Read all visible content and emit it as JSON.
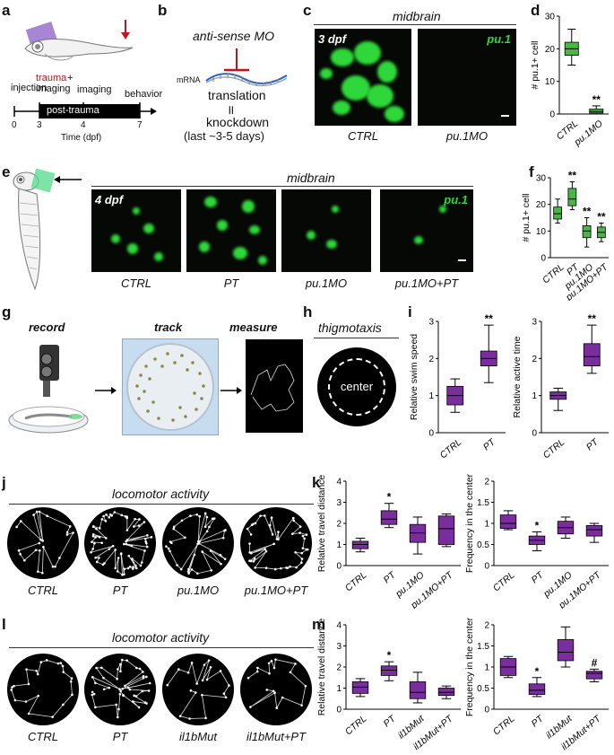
{
  "panel_labels": [
    "a",
    "b",
    "c",
    "d",
    "e",
    "f",
    "g",
    "h",
    "i",
    "j",
    "k",
    "l",
    "m"
  ],
  "panel_a": {
    "timeline_events": [
      "injection",
      "trauma",
      "+",
      "imaging",
      "imaging",
      "behavior"
    ],
    "bar_label": "post-trauma",
    "ticks": [
      "0",
      "3",
      "4",
      "7"
    ],
    "axis_label": "Time (dpf)"
  },
  "panel_b": {
    "mo_label": "anti-sense MO",
    "mrna_label": "mRNA",
    "translation": "translation",
    "equals": "॥",
    "knockdown": "knockdown",
    "duration": "(last ~3-5 days)"
  },
  "panel_c": {
    "region": "midbrain",
    "stage": "3 dpf",
    "marker": "pu.1",
    "captions": [
      "CTRL",
      "pu.1MO"
    ]
  },
  "panel_e": {
    "region": "midbrain",
    "stage": "4 dpf",
    "marker": "pu.1",
    "captions": [
      "CTRL",
      "PT",
      "pu.1MO",
      "pu.1MO+PT"
    ]
  },
  "panel_g": {
    "steps": [
      "record",
      "track",
      "measure"
    ]
  },
  "panel_h": {
    "title": "thigmotaxis",
    "center_label": "center"
  },
  "panel_j": {
    "title": "locomotor activity",
    "captions": [
      "CTRL",
      "PT",
      "pu.1MO",
      "pu.1MO+PT"
    ]
  },
  "panel_l": {
    "title": "locomotor activity",
    "captions": [
      "CTRL",
      "PT",
      "il1bMut",
      "il1bMut+PT"
    ]
  },
  "colors": {
    "green": "#4cb548",
    "purple": "#7a2e9e",
    "red": "#c0141c",
    "fluor": "#2fd83a"
  },
  "chart_data": [
    {
      "id": "d",
      "type": "box",
      "ylabel": "# pu.1+ cell",
      "ylim": [
        0,
        30
      ],
      "yticks": [
        0,
        10,
        20,
        30
      ],
      "categories": [
        "CTRL",
        "pu.1MO"
      ],
      "color": "#4cb548",
      "boxes": [
        {
          "min": 15,
          "q1": 18,
          "median": 20,
          "q3": 22,
          "max": 26,
          "sig": ""
        },
        {
          "min": 0,
          "q1": 0.3,
          "median": 0.8,
          "q3": 1.5,
          "max": 2.5,
          "sig": "**"
        }
      ]
    },
    {
      "id": "f",
      "type": "box",
      "ylabel": "# pu.1+ cell",
      "ylim": [
        0,
        30
      ],
      "yticks": [
        0,
        10,
        20,
        30
      ],
      "categories": [
        "CTRL",
        "PT",
        "pu.1MO",
        "pu.1MO+PT"
      ],
      "color": "#4cb548",
      "boxes": [
        {
          "min": 13,
          "q1": 14.5,
          "median": 16.5,
          "q3": 19,
          "max": 22,
          "sig": ""
        },
        {
          "min": 18,
          "q1": 19.5,
          "median": 22,
          "q3": 26,
          "max": 28.5,
          "sig": "**"
        },
        {
          "min": 4,
          "q1": 7.5,
          "median": 10,
          "q3": 12,
          "max": 15,
          "sig": "**"
        },
        {
          "min": 6,
          "q1": 7.5,
          "median": 9.5,
          "q3": 11.5,
          "max": 13,
          "sig": "**"
        }
      ]
    },
    {
      "id": "i1",
      "type": "box",
      "ylabel": "Relative swim speed",
      "ylim": [
        0,
        3
      ],
      "yticks": [
        0,
        1,
        2,
        3
      ],
      "categories": [
        "CTRL",
        "PT"
      ],
      "color": "#7a2e9e",
      "boxes": [
        {
          "min": 0.55,
          "q1": 0.75,
          "median": 1.0,
          "q3": 1.25,
          "max": 1.45,
          "sig": ""
        },
        {
          "min": 1.35,
          "q1": 1.8,
          "median": 2.0,
          "q3": 2.2,
          "max": 2.9,
          "sig": "**"
        }
      ]
    },
    {
      "id": "i2",
      "type": "box",
      "ylabel": "Relative active time",
      "ylim": [
        0,
        3
      ],
      "yticks": [
        0,
        1,
        2,
        3
      ],
      "categories": [
        "CTRL",
        "PT"
      ],
      "color": "#7a2e9e",
      "boxes": [
        {
          "min": 0.6,
          "q1": 0.9,
          "median": 1.0,
          "q3": 1.1,
          "max": 1.2,
          "sig": ""
        },
        {
          "min": 1.6,
          "q1": 1.8,
          "median": 2.05,
          "q3": 2.4,
          "max": 2.9,
          "sig": "**"
        }
      ]
    },
    {
      "id": "k1",
      "type": "box",
      "ylabel": "Relative travel distance",
      "ylim": [
        0,
        4
      ],
      "yticks": [
        0,
        1,
        2,
        3,
        4
      ],
      "categories": [
        "CTRL",
        "PT",
        "pu.1MO",
        "pu.1MO+PT"
      ],
      "color": "#7a2e9e",
      "boxes": [
        {
          "min": 0.65,
          "q1": 0.8,
          "median": 1.0,
          "q3": 1.15,
          "max": 1.3,
          "sig": ""
        },
        {
          "min": 1.8,
          "q1": 1.95,
          "median": 2.2,
          "q3": 2.6,
          "max": 2.95,
          "sig": "*"
        },
        {
          "min": 0.55,
          "q1": 1.1,
          "median": 1.55,
          "q3": 1.95,
          "max": 2.3,
          "sig": ""
        },
        {
          "min": 0.9,
          "q1": 1.0,
          "median": 1.75,
          "q3": 2.35,
          "max": 2.45,
          "sig": ""
        }
      ]
    },
    {
      "id": "k2",
      "type": "box",
      "ylabel": "Frequency in the center",
      "ylim": [
        0,
        2
      ],
      "yticks": [
        0,
        0.5,
        1,
        1.5,
        2
      ],
      "categories": [
        "CTRL",
        "PT",
        "pu.1MO",
        "pu.1MO+PT"
      ],
      "color": "#7a2e9e",
      "boxes": [
        {
          "min": 0.85,
          "q1": 0.88,
          "median": 1.0,
          "q3": 1.2,
          "max": 1.3,
          "sig": ""
        },
        {
          "min": 0.35,
          "q1": 0.5,
          "median": 0.6,
          "q3": 0.7,
          "max": 0.8,
          "sig": "*"
        },
        {
          "min": 0.65,
          "q1": 0.75,
          "median": 0.9,
          "q3": 1.05,
          "max": 1.15,
          "sig": ""
        },
        {
          "min": 0.55,
          "q1": 0.7,
          "median": 0.85,
          "q3": 0.95,
          "max": 1.0,
          "sig": ""
        }
      ]
    },
    {
      "id": "m1",
      "type": "box",
      "ylabel": "Relative travel distance",
      "ylim": [
        0,
        4
      ],
      "yticks": [
        0,
        1,
        2,
        3,
        4
      ],
      "categories": [
        "CTRL",
        "PT",
        "il1bMut",
        "il1bMut+PT"
      ],
      "color": "#7a2e9e",
      "boxes": [
        {
          "min": 0.6,
          "q1": 0.75,
          "median": 1.05,
          "q3": 1.3,
          "max": 1.45,
          "sig": ""
        },
        {
          "min": 1.35,
          "q1": 1.6,
          "median": 1.85,
          "q3": 2.05,
          "max": 2.25,
          "sig": "*"
        },
        {
          "min": 0.3,
          "q1": 0.5,
          "median": 0.8,
          "q3": 1.3,
          "max": 1.75,
          "sig": ""
        },
        {
          "min": 0.5,
          "q1": 0.65,
          "median": 0.8,
          "q3": 1.0,
          "max": 1.1,
          "sig": ""
        }
      ]
    },
    {
      "id": "m2",
      "type": "box",
      "ylabel": "Frequency in the center",
      "ylim": [
        0,
        2
      ],
      "yticks": [
        0,
        0.5,
        1,
        1.5,
        2
      ],
      "categories": [
        "CTRL",
        "PT",
        "il1bMut",
        "il1bMut+PT"
      ],
      "color": "#7a2e9e",
      "boxes": [
        {
          "min": 0.75,
          "q1": 0.8,
          "median": 1.0,
          "q3": 1.2,
          "max": 1.25,
          "sig": ""
        },
        {
          "min": 0.3,
          "q1": 0.35,
          "median": 0.45,
          "q3": 0.6,
          "max": 0.75,
          "sig": "*"
        },
        {
          "min": 1.0,
          "q1": 1.15,
          "median": 1.35,
          "q3": 1.65,
          "max": 1.95,
          "sig": ""
        },
        {
          "min": 0.65,
          "q1": 0.72,
          "median": 0.85,
          "q3": 0.9,
          "max": 0.95,
          "sig": "#"
        }
      ]
    }
  ]
}
